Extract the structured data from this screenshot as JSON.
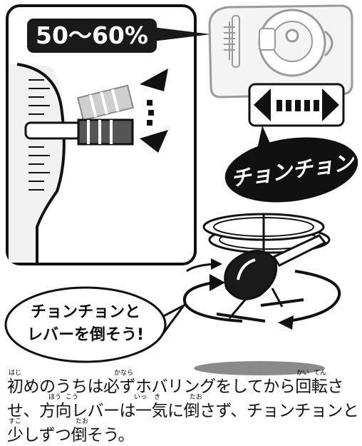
{
  "callouts": {
    "percent_label": "50〜60%",
    "chonchon_label": "チョンチョン",
    "speech_bubble": {
      "line1": "チョンチョンと",
      "line2": "レバーを倒そう!"
    }
  },
  "instruction": {
    "text": "初めのうちは必ずホバリングをしてから回転させ、方向レバーは一気に倒さず、チョンチョンと少しずつ倒そう。",
    "ruby": [
      "はじ",
      "かなら",
      "かい",
      "てん",
      "ほう",
      "こう",
      "いっ",
      "き",
      "たお",
      "すこ",
      "たお"
    ]
  },
  "icons": {
    "throttle": "throttle-gauge-icon",
    "controller": "controller-icon",
    "left_right": "left-right-arrow-icon",
    "tilt": "tilt-arrow-icon",
    "rotation": "rotation-arrow-icon",
    "helicopter": "helicopter-icon"
  },
  "colors": {
    "ink": "#111111",
    "badge": "#1a1a1a",
    "gray_dark": "#555555",
    "gray_light": "#bbbbbb",
    "shadow": "#8a8a8a"
  }
}
